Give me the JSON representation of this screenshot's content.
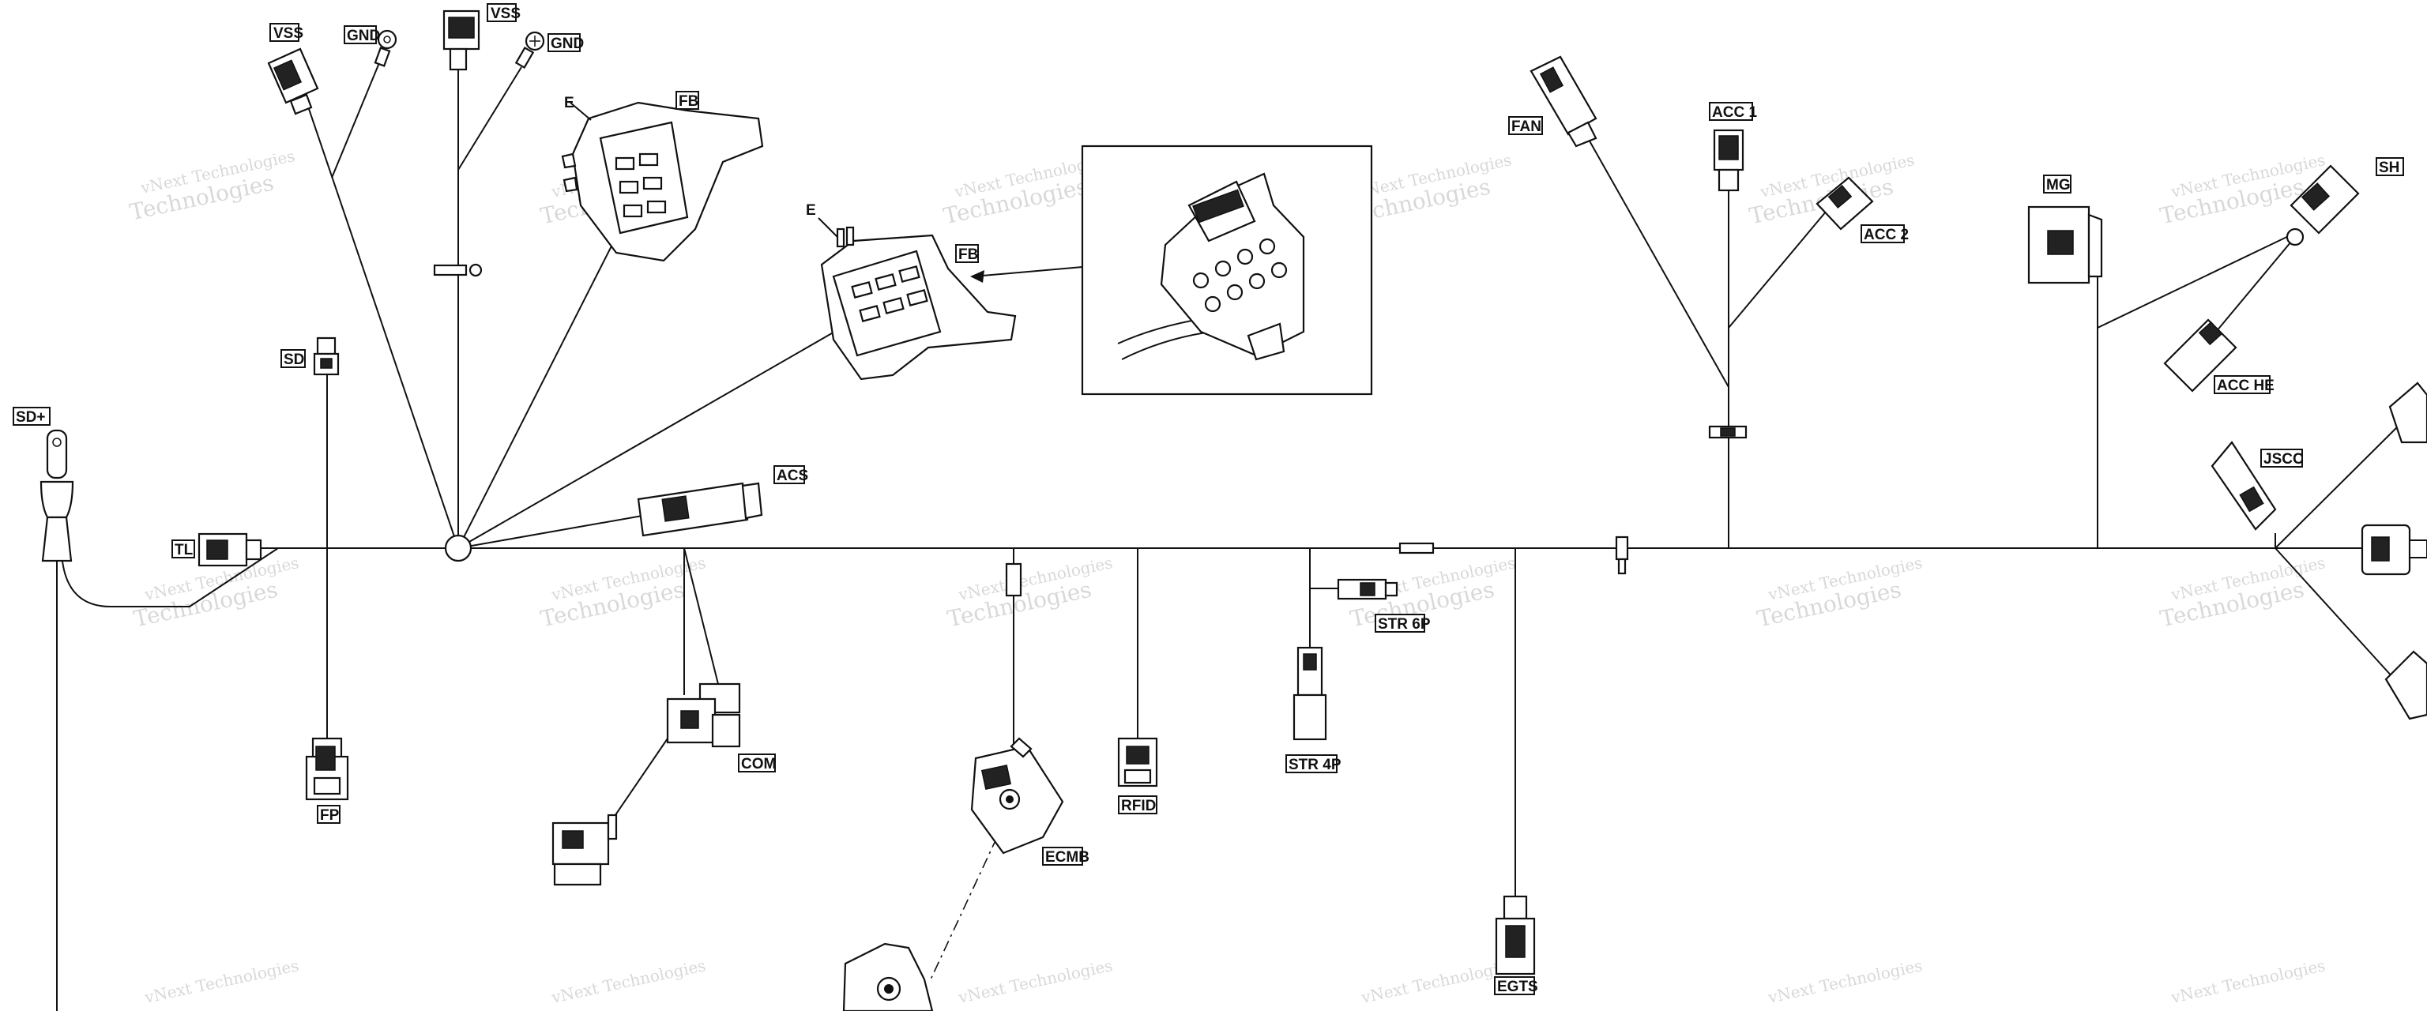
{
  "watermark": {
    "line1": "vNext Technologies",
    "line2": "Technologies",
    "line3": "vNext"
  },
  "labels": {
    "vss_1": "VSS",
    "gnd_1": "GND",
    "vss_2": "VSS",
    "gnd_2": "GND",
    "fb_1": "FB",
    "e_1": "E",
    "fb_2": "FB",
    "e_2": "E",
    "sd": "SD",
    "sd_plus": "SD+",
    "tl": "TL",
    "fp": "FP",
    "acs": "ACS",
    "com": "COM",
    "ecmb": "ECMB",
    "rfid": "RFID",
    "str_6p": "STR 6P",
    "str_4p": "STR 4P",
    "egts": "EGTS",
    "fan": "FAN",
    "acc_1": "ACC 1",
    "acc_2": "ACC 2",
    "mg": "MG",
    "sh": "SH",
    "acc_he": "ACC HE",
    "jscc": "JSCC"
  }
}
